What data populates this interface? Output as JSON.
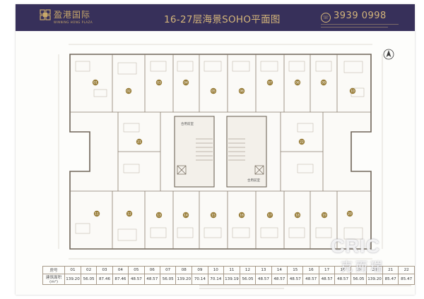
{
  "header": {
    "logo_cn": "盈港国际",
    "logo_en": "WINNING HONG PLAZA",
    "title": "16-27层海景SOHO平面图",
    "phone": "3939 0998"
  },
  "colors": {
    "header_bg": "#37305a",
    "gold": "#d4b57a",
    "wall": "#8a7d6e",
    "unit_number_bg": "#9a7f3c"
  },
  "plan": {
    "unit_labels": [
      "01",
      "02",
      "03",
      "04",
      "05",
      "06",
      "07",
      "08",
      "09",
      "10",
      "11",
      "12",
      "13",
      "14",
      "15",
      "16",
      "17",
      "18",
      "19",
      "20",
      "21",
      "22"
    ],
    "core_labels": [
      "合用前室",
      "合用前室"
    ],
    "north_icon": "north-arrow-icon"
  },
  "area_table": {
    "header_label": "房号",
    "area_label": "建筑面积(m²)",
    "rooms": [
      "01",
      "02",
      "03",
      "04",
      "05",
      "06",
      "07",
      "08",
      "09",
      "10",
      "11",
      "12",
      "13",
      "14",
      "15",
      "16",
      "17",
      "18",
      "19",
      "20",
      "21",
      "22"
    ],
    "areas": [
      "139.20",
      "56.05",
      "87.46",
      "87.46",
      "48.57",
      "48.57",
      "56.05",
      "139.20",
      "70.14",
      "70.14",
      "139.19",
      "56.05",
      "48.57",
      "48.57",
      "48.57",
      "48.57",
      "48.57",
      "48.57",
      "56.05",
      "139.20",
      "85.47",
      "85.47"
    ]
  },
  "watermark": {
    "en": "CRIC",
    "cn": "克而瑞"
  }
}
